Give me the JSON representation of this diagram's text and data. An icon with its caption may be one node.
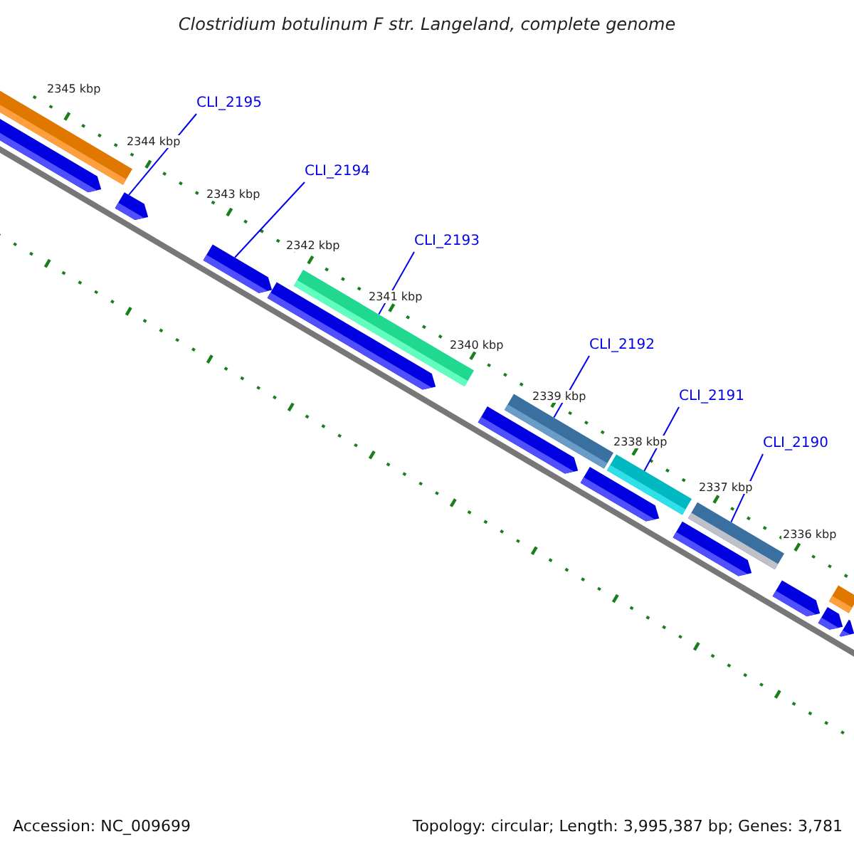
{
  "diagram": {
    "title": "Clostridium botulinum F str. Langeland, complete genome",
    "nodes": [
      {
        "text": [
          "CLI_2195"
        ]
      },
      {
        "text": [
          "CLI_2194"
        ]
      },
      {
        "text": [
          "CLI_2193"
        ]
      },
      {
        "text": [
          "CLI_2192"
        ]
      },
      {
        "text": [
          "CLI_2191"
        ]
      },
      {
        "text": [
          "CLI_2190"
        ]
      },
      {
        "text": [],
        "shape": "bar"
      },
      {
        "text": [],
        "shape": "pentagon"
      },
      {
        "text": [],
        "shape": "pentagon"
      },
      {
        "text": [],
        "shape": "pentagon"
      },
      {
        "text": [],
        "shape": "pentagon"
      },
      {
        "text": [],
        "shape": "bar"
      },
      {
        "text": [],
        "shape": "pentagon"
      },
      {
        "text": [],
        "shape": "bar"
      },
      {
        "text": [],
        "shape": "pentagon"
      },
      {
        "text": [],
        "shape": "bar"
      },
      {
        "text": [],
        "shape": "pentagon"
      },
      {
        "text": [],
        "shape": "bar"
      },
      {
        "text": [],
        "shape": "pentagon"
      },
      {
        "text": [],
        "shape": "pentagon"
      },
      {
        "text": [],
        "shape": "bar"
      },
      {
        "text": [],
        "shape": "pentagon"
      }
    ],
    "edges": [
      {
        "from": 0,
        "to": 8,
        "arrow": "none"
      },
      {
        "from": 1,
        "to": 9,
        "arrow": "none"
      },
      {
        "from": 2,
        "to": 11,
        "arrow": "none"
      },
      {
        "from": 3,
        "to": 13,
        "arrow": "none"
      },
      {
        "from": 4,
        "to": 15,
        "arrow": "none"
      },
      {
        "from": 5,
        "to": 17,
        "arrow": "none"
      }
    ],
    "labels": [
      "2345 kbp",
      "2344 kbp",
      "2343 kbp",
      "2342 kbp",
      "2341 kbp",
      "2340 kbp",
      "2339 kbp",
      "2338 kbp",
      "2337 kbp",
      "2336 kbp",
      "Accession: NC_009699",
      "Topology: circular; Length: 3,995,387 bp; Genes: 3,781"
    ]
  }
}
